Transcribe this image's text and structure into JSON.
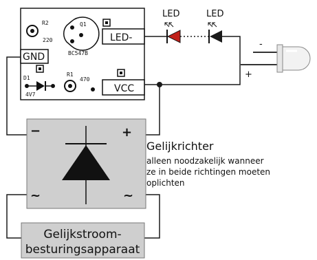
{
  "pcb": {
    "r2_label": "R2",
    "r2_value": "220",
    "q1_label": "Q1",
    "q1_type": "BC547B",
    "led_pin": "LED-",
    "gnd_pin": "GND",
    "vcc_pin": "VCC",
    "d1_label": "D1",
    "d1_value": "4V7",
    "r1_label": "R1",
    "r1_value": "470"
  },
  "leds": {
    "led1_label": "LED",
    "led2_label": "LED"
  },
  "led_component": {
    "minus_label": "-",
    "plus_label": "+"
  },
  "rectifier": {
    "minus_label": "−",
    "plus_label": "+",
    "ac_left_label": "~",
    "ac_right_label": "~",
    "title": "Gelijkrichter",
    "note_line1": "alleen noodzakelijk wanneer",
    "note_line2": "ze in beide richtingen moeten",
    "note_line3": "oplichten"
  },
  "controller": {
    "line1": "Gelijkstroom-",
    "line2": "besturingsapparaat"
  },
  "colors": {
    "wire": "#1a1a1a",
    "rectifier_fill": "#cfcfcf",
    "controller_fill": "#cfcfcf",
    "led_red": "#c0201a",
    "led_dark": "#1a1a1a"
  }
}
